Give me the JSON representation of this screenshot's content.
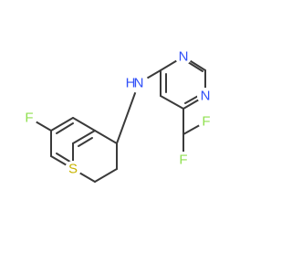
{
  "colors": {
    "carbon_bond": "#3a3a3a",
    "nitrogen": "#3050f8",
    "fluorine": "#90e050",
    "sulfur": "#c8b400",
    "background": "#ffffff"
  },
  "atoms": {
    "n1": "N",
    "n3": "N",
    "nh_n": "N",
    "nh_h": "H",
    "f_chf2_top": "F",
    "f_chf2_bottom": "F",
    "f_ring": "F",
    "s_ring": "S"
  }
}
